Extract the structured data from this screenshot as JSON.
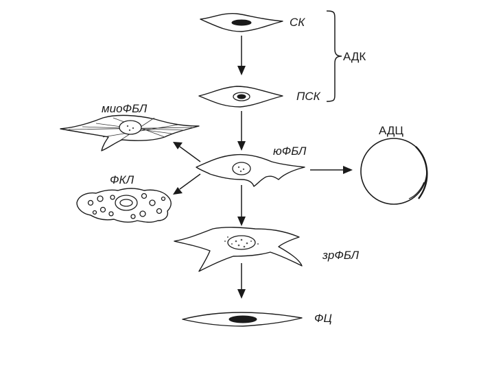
{
  "diagram": {
    "nodes": {
      "sk": "СК",
      "psk": "ПСК",
      "adk": "АДК",
      "mio_fbl": "миоФБЛ",
      "adc": "АДЦ",
      "yu_fbl": "юФБЛ",
      "fkl": "ФКЛ",
      "zr_fbl": "зрФБЛ",
      "fc": "ФЦ"
    },
    "edges": [
      {
        "from": "СК",
        "to": "ПСК"
      },
      {
        "from": "ПСК",
        "to": "юФБЛ"
      },
      {
        "from": "юФБЛ",
        "to": "миоФБЛ"
      },
      {
        "from": "юФБЛ",
        "to": "ФКЛ"
      },
      {
        "from": "юФБЛ",
        "to": "АДЦ"
      },
      {
        "from": "юФБЛ",
        "to": "зрФБЛ"
      },
      {
        "from": "зрФБЛ",
        "to": "ФЦ"
      }
    ]
  }
}
